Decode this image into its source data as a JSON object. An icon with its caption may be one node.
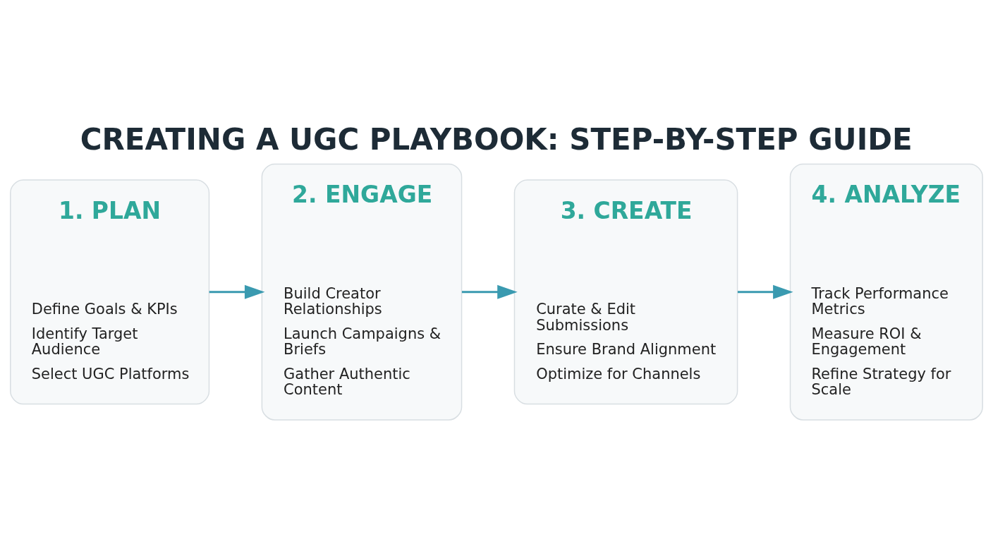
{
  "diagram": {
    "title": "CREATING A UGC PLAYBOOK: STEP-BY-STEP GUIDE",
    "nodes": [
      {
        "text": [
          "1. PLAN",
          "Define Goals & KPIs",
          "Identify Target Audience",
          "Select UGC Platforms"
        ]
      },
      {
        "text": [
          "2. ENGAGE",
          "Build Creator Relationships",
          "Launch Campaigns & Briefs",
          "Gather Authentic Content"
        ]
      },
      {
        "text": [
          "3. CREATE",
          "Curate & Edit Submissions",
          "Ensure Brand Alignment",
          "Optimize for Channels"
        ]
      },
      {
        "text": [
          "4. ANALYZE",
          "Track Performance Metrics",
          "Measure ROI & Engagement",
          "Refine Strategy for Scale"
        ]
      }
    ],
    "edges": [
      {
        "from": 0,
        "to": 1,
        "arrow": "to"
      },
      {
        "from": 1,
        "to": 2,
        "arrow": "to"
      },
      {
        "from": 2,
        "to": 3,
        "arrow": "to"
      }
    ]
  }
}
